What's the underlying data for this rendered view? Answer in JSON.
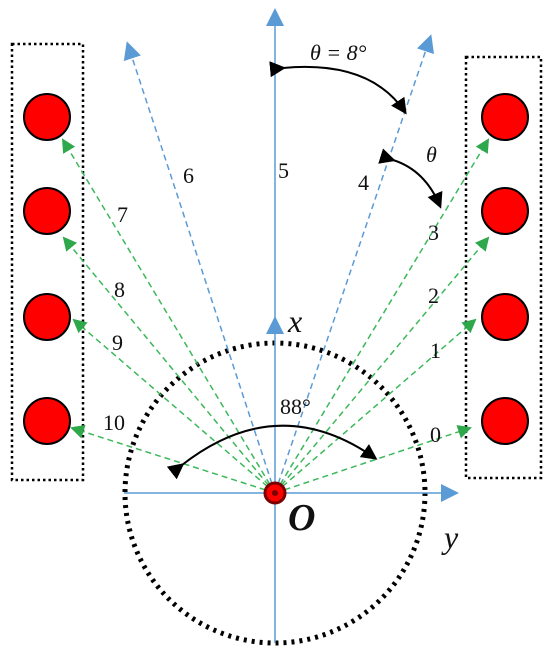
{
  "labels": {
    "origin": "O",
    "x_axis": "x",
    "y_axis": "y",
    "theta_eq": "θ = 8°",
    "theta": "θ",
    "spread": "88°"
  },
  "rays": [
    {
      "n": "0",
      "kind": "green",
      "deg": 82
    },
    {
      "n": "1",
      "kind": "green",
      "deg": 63
    },
    {
      "n": "2",
      "kind": "green",
      "deg": 51
    },
    {
      "n": "3",
      "kind": "green",
      "deg": 38
    },
    {
      "n": "4",
      "kind": "blue",
      "deg": 20
    },
    {
      "n": "5",
      "kind": "none",
      "deg": 0
    },
    {
      "n": "6",
      "kind": "blue",
      "deg": -20
    },
    {
      "n": "7",
      "kind": "green",
      "deg": -38
    },
    {
      "n": "8",
      "kind": "green",
      "deg": -51
    },
    {
      "n": "9",
      "kind": "green",
      "deg": -63
    },
    {
      "n": "10",
      "kind": "green",
      "deg": -82
    }
  ],
  "colors": {
    "blue": "#5b9bd5",
    "green": "#3cb85a",
    "red": "#ff0000",
    "dark_red": "#7a0000",
    "black": "#000000"
  }
}
